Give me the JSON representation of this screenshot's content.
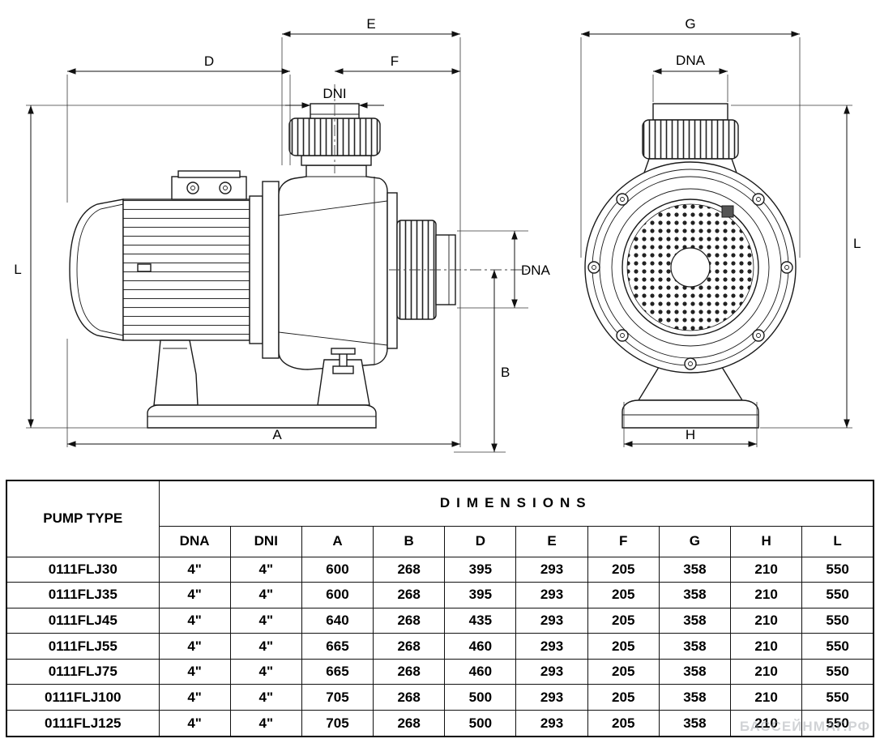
{
  "diagram": {
    "labels": {
      "E": "E",
      "D": "D",
      "F": "F",
      "DNI": "DNI",
      "L": "L",
      "DNA": "DNA",
      "B": "B",
      "A": "A",
      "G": "G",
      "H": "H"
    }
  },
  "table": {
    "pump_type_header": "PUMP TYPE",
    "dimensions_header": "DIMENSIONS",
    "columns": [
      "DNA",
      "DNI",
      "A",
      "B",
      "D",
      "E",
      "F",
      "G",
      "H",
      "L"
    ],
    "rows": [
      {
        "pump_type": "0111FLJ30",
        "values": [
          "4\"",
          "4\"",
          "600",
          "268",
          "395",
          "293",
          "205",
          "358",
          "210",
          "550"
        ]
      },
      {
        "pump_type": "0111FLJ35",
        "values": [
          "4\"",
          "4\"",
          "600",
          "268",
          "395",
          "293",
          "205",
          "358",
          "210",
          "550"
        ]
      },
      {
        "pump_type": "0111FLJ45",
        "values": [
          "4\"",
          "4\"",
          "640",
          "268",
          "435",
          "293",
          "205",
          "358",
          "210",
          "550"
        ]
      },
      {
        "pump_type": "0111FLJ55",
        "values": [
          "4\"",
          "4\"",
          "665",
          "268",
          "460",
          "293",
          "205",
          "358",
          "210",
          "550"
        ]
      },
      {
        "pump_type": "0111FLJ75",
        "values": [
          "4\"",
          "4\"",
          "665",
          "268",
          "460",
          "293",
          "205",
          "358",
          "210",
          "550"
        ]
      },
      {
        "pump_type": "0111FLJ100",
        "values": [
          "4\"",
          "4\"",
          "705",
          "268",
          "500",
          "293",
          "205",
          "358",
          "210",
          "550"
        ]
      },
      {
        "pump_type": "0111FLJ125",
        "values": [
          "4\"",
          "4\"",
          "705",
          "268",
          "500",
          "293",
          "205",
          "358",
          "210",
          "550"
        ]
      }
    ]
  },
  "watermark": "БАССЕЙНМАГ.РФ"
}
